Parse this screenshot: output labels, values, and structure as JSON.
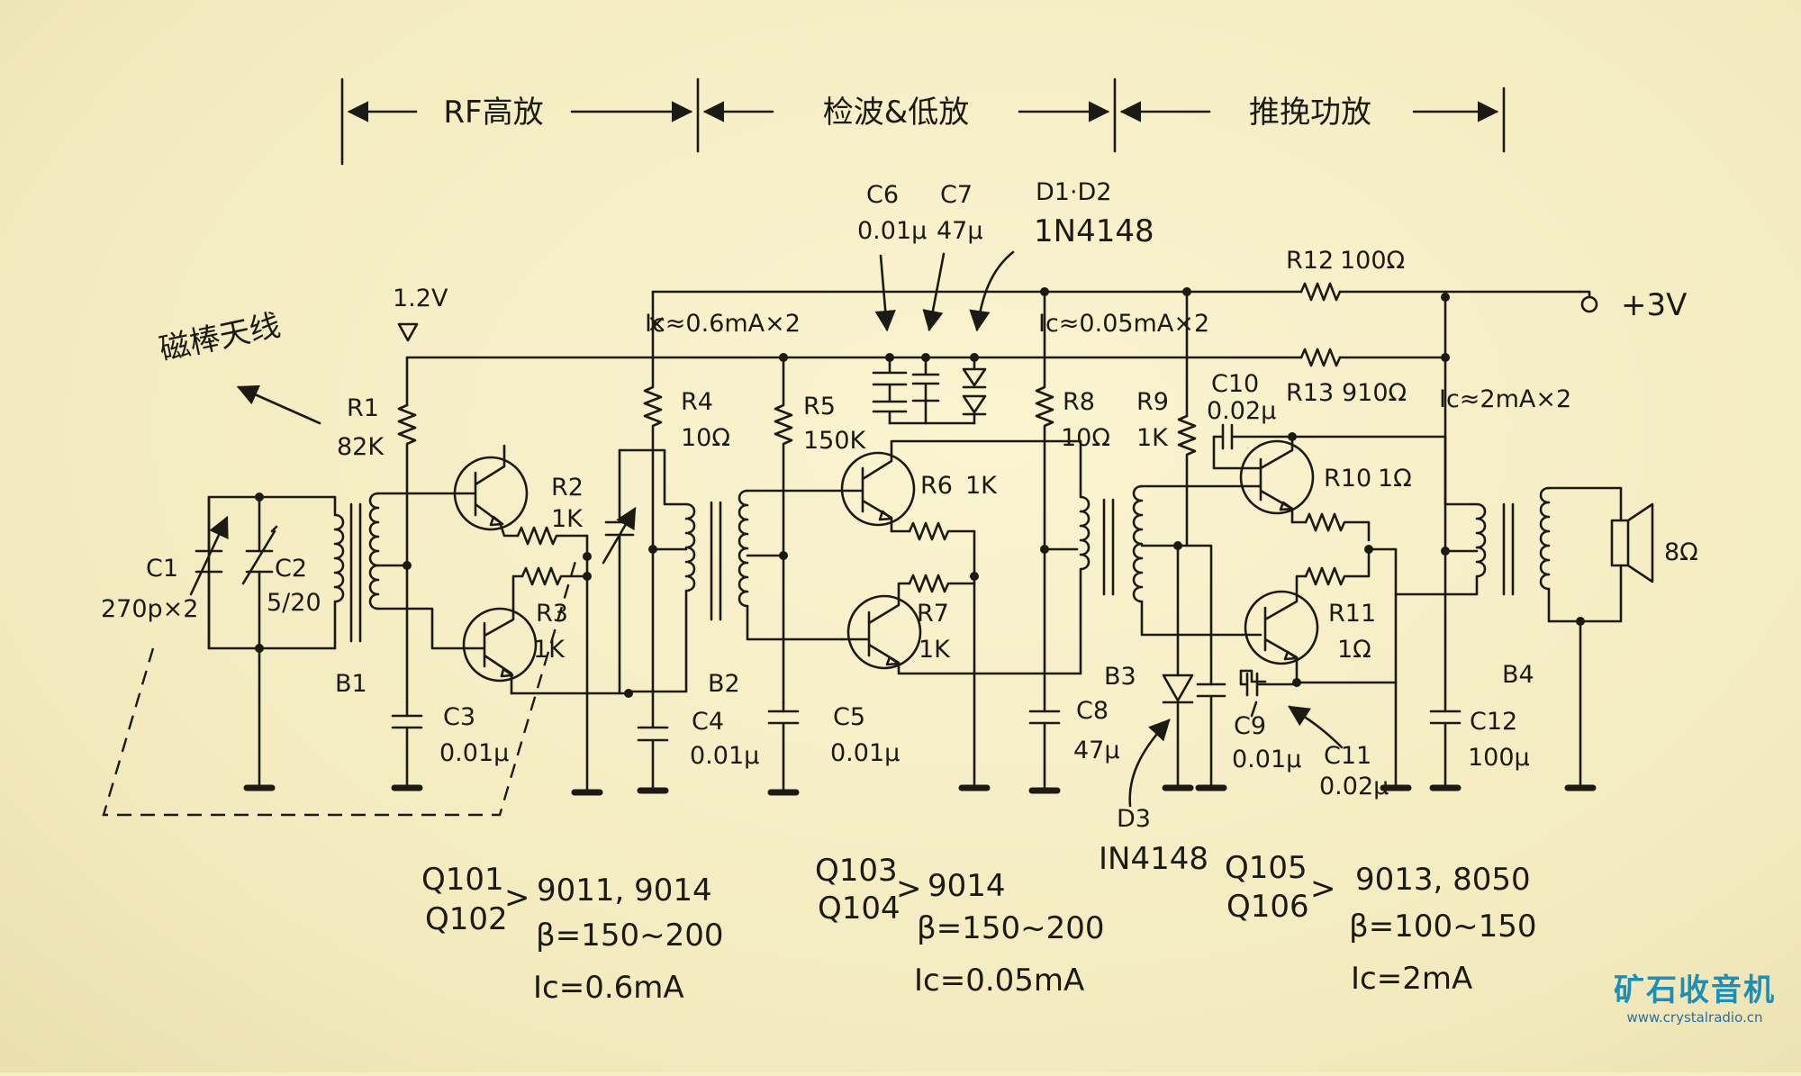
{
  "sections": [
    "RF高放",
    "检波&低放",
    "推挽功放"
  ],
  "antenna_label": "磁棒天线",
  "supply": {
    "bias": "1.2V",
    "rail": "+3V"
  },
  "currents": {
    "ic1": "Ic≈0.6mA×2",
    "ic2": "Ic≈0.05mA×2",
    "ic3": "Ic≈2mA×2"
  },
  "components": {
    "C1": "C1",
    "C1_val": "270p×2",
    "C2": "C2",
    "C2_val": "5/20",
    "B1": "B1",
    "B2": "B2",
    "B3": "B3",
    "B4": "B4",
    "R1": "R1",
    "R1_val": "82K",
    "R2": "R2",
    "R2_val": "1K",
    "R3": "R3",
    "R3_val": "1K",
    "C3": "C3",
    "C3_val": "0.01μ",
    "R4": "R4",
    "R4_val": "10Ω",
    "C4": "C4",
    "C4_val": "0.01μ",
    "R5": "R5",
    "R5_val": "150K",
    "C5": "C5",
    "C5_val": "0.01μ",
    "R6": "R6",
    "R6_val": "1K",
    "R7": "R7",
    "R7_val": "1K",
    "C6": "C6",
    "C6_val": "0.01μ",
    "C7": "C7",
    "C7_val": "47μ",
    "D12": "D1·D2",
    "D12_val": "1N4148",
    "R8": "R8",
    "R8_val": "10Ω",
    "C8": "C8",
    "C8_val": "47μ",
    "R9": "R9",
    "R9_val": "1K",
    "C10": "C10",
    "C10_val": "0.02μ",
    "R10": "R10",
    "R10_val": "1Ω",
    "R11": "R11",
    "R11_val": "1Ω",
    "C9": "C9",
    "C9_val": "0.01μ",
    "C11": "C11",
    "C11_val": "0.02μ",
    "D3": "D3",
    "D3_val": "IN4148",
    "R12": "R12",
    "R12_val": "100Ω",
    "R13": "R13",
    "R13_val": "910Ω",
    "C12": "C12",
    "C12_val": "100μ",
    "speaker": "8Ω"
  },
  "notes": [
    {
      "q1": "Q101",
      "q2": "Q102",
      "type": "9011, 9014",
      "beta": "β=150~200",
      "ic": "Ic=0.6mA"
    },
    {
      "q1": "Q103",
      "q2": "Q104",
      "type": "9014",
      "beta": "β=150~200",
      "ic": "Ic=0.05mA"
    },
    {
      "q1": "Q105",
      "q2": "Q106",
      "type": "9013, 8050",
      "beta": "β=100~150",
      "ic": "Ic=2mA"
    }
  ],
  "watermark": {
    "name": "矿石收音机",
    "url": "www.crystalradio.cn"
  }
}
